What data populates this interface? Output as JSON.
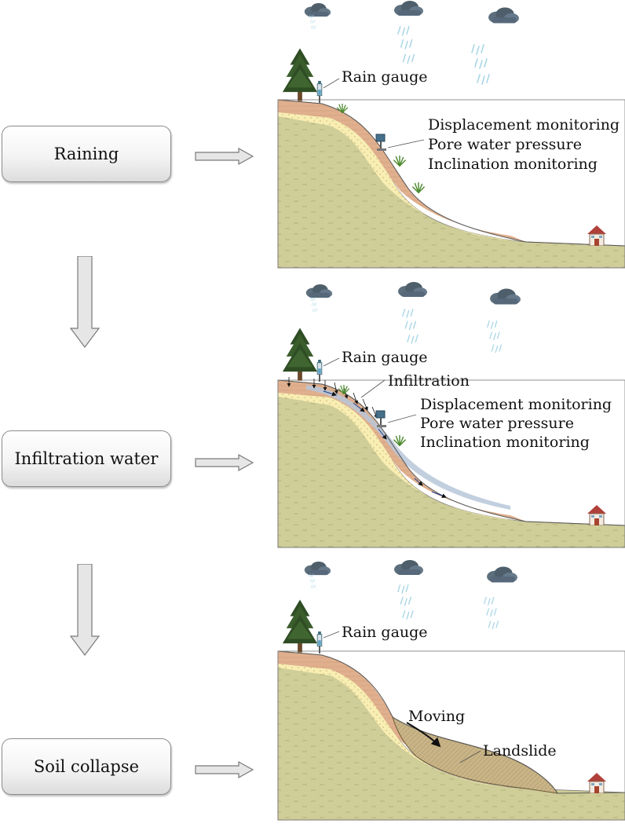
{
  "stages": [
    {
      "label": "Raining",
      "annotations": {
        "rain_gauge": "Rain gauge",
        "monitoring": [
          "Displacement monitoring",
          "Pore water pressure",
          "Inclination monitoring"
        ]
      }
    },
    {
      "label": "Infiltration water",
      "annotations": {
        "rain_gauge": "Rain gauge",
        "infiltration": "Infiltration",
        "monitoring": [
          "Displacement monitoring",
          "Pore water pressure",
          "Inclination monitoring"
        ]
      }
    },
    {
      "label": "Soil collapse",
      "annotations": {
        "rain_gauge": "Rain gauge",
        "moving": "Moving",
        "landslide": "Landslide"
      }
    }
  ],
  "colors": {
    "bedrock": "#cfcd98",
    "sand_layer": "#f8eeb4",
    "topsoil": "#e0b08e",
    "water_band": "#b7c7d9",
    "landslide_mass": "#c8b487",
    "cloud": "#5d6f7c",
    "rain": "#a9d6e6",
    "arrow_fill": "#e6e6e6",
    "arrow_stroke": "#7a7a7a"
  }
}
